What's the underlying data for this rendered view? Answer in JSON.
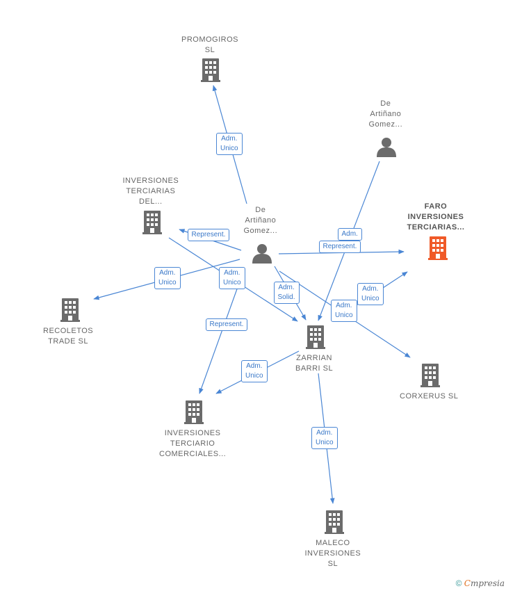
{
  "nodes": [
    {
      "id": "promogiros",
      "lines": [
        "PROMOGIROS",
        "SL"
      ],
      "type": "company"
    },
    {
      "id": "person_top",
      "lines": [
        "De",
        "Artiñano",
        "Gomez..."
      ],
      "type": "person"
    },
    {
      "id": "inv_terciarias_del",
      "lines": [
        "INVERSIONES",
        "TERCIARIAS",
        "DEL..."
      ],
      "type": "company"
    },
    {
      "id": "person_center",
      "lines": [
        "De",
        "Artiñano",
        "Gomez..."
      ],
      "type": "person"
    },
    {
      "id": "faro",
      "lines": [
        "FARO",
        "INVERSIONES",
        "TERCIARIAS..."
      ],
      "type": "company_main"
    },
    {
      "id": "recoletos",
      "lines": [
        "RECOLETOS",
        "TRADE  SL"
      ],
      "type": "company"
    },
    {
      "id": "zarrian",
      "lines": [
        "ZARRIAN",
        "BARRI  SL"
      ],
      "type": "company"
    },
    {
      "id": "corxerus",
      "lines": [
        "CORXERUS  SL"
      ],
      "type": "company"
    },
    {
      "id": "inv_terciario_com",
      "lines": [
        "INVERSIONES",
        "TERCIARIO",
        "COMERCIALES..."
      ],
      "type": "company"
    },
    {
      "id": "maleco",
      "lines": [
        "MALECO",
        "INVERSIONES",
        "SL"
      ],
      "type": "company"
    }
  ],
  "edges": [
    {
      "from": "person_center",
      "to": "promogiros",
      "label": [
        "Adm.",
        "Unico"
      ]
    },
    {
      "from": "person_center",
      "to": "inv_terciarias_del",
      "label": [
        "Represent."
      ]
    },
    {
      "from": "person_center",
      "to": "recoletos",
      "label": [
        "Adm.",
        "Unico"
      ]
    },
    {
      "from": "person_center",
      "to": "inv_terciario_com",
      "label": [
        "Represent."
      ]
    },
    {
      "from": "person_center",
      "to": "zarrian",
      "label": [
        "Adm.",
        "Solid."
      ]
    },
    {
      "from": "person_center",
      "to": "faro",
      "label": [
        "Represent."
      ]
    },
    {
      "from": "person_center",
      "to": "corxerus",
      "label": [
        "Adm.",
        "Unico"
      ]
    },
    {
      "from": "inv_terciarias_del",
      "to": "zarrian",
      "label": [
        "Adm.",
        "Unico"
      ]
    },
    {
      "from": "person_top",
      "to": "zarrian",
      "label": [
        "Adm."
      ]
    },
    {
      "from": "zarrian",
      "to": "faro",
      "label": [
        "Adm.",
        "Unico"
      ]
    },
    {
      "from": "zarrian",
      "to": "inv_terciario_com",
      "label": [
        "Adm.",
        "Unico"
      ]
    },
    {
      "from": "zarrian",
      "to": "maleco",
      "label": [
        "Adm.",
        "Unico"
      ]
    }
  ],
  "colors": {
    "edge": "#4a86d4",
    "company": "#6b6b6b",
    "company_main": "#f05a28",
    "person": "#6b6b6b"
  },
  "footer": {
    "copyright": "©",
    "brand_first": "C",
    "brand_rest": "mpresia"
  }
}
